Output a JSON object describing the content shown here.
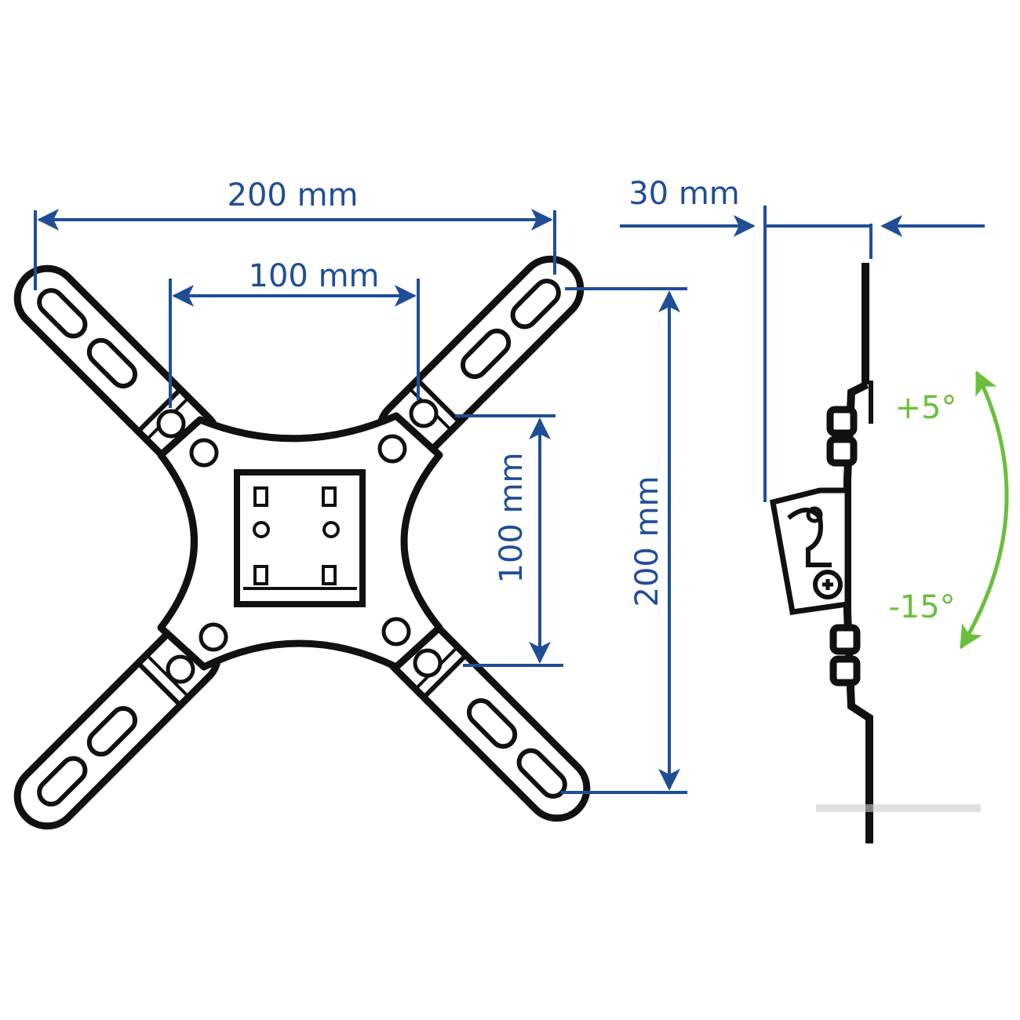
{
  "colors": {
    "dimension": "#1f4e96",
    "tilt": "#6cbf3c",
    "outline": "#111111"
  },
  "front_view": {
    "width_outer": "200 mm",
    "width_inner": "100 mm",
    "height_inner": "100 mm",
    "height_outer": "200 mm"
  },
  "side_view": {
    "depth": "30 mm",
    "tilt_up": "+5°",
    "tilt_down": "-15°"
  }
}
